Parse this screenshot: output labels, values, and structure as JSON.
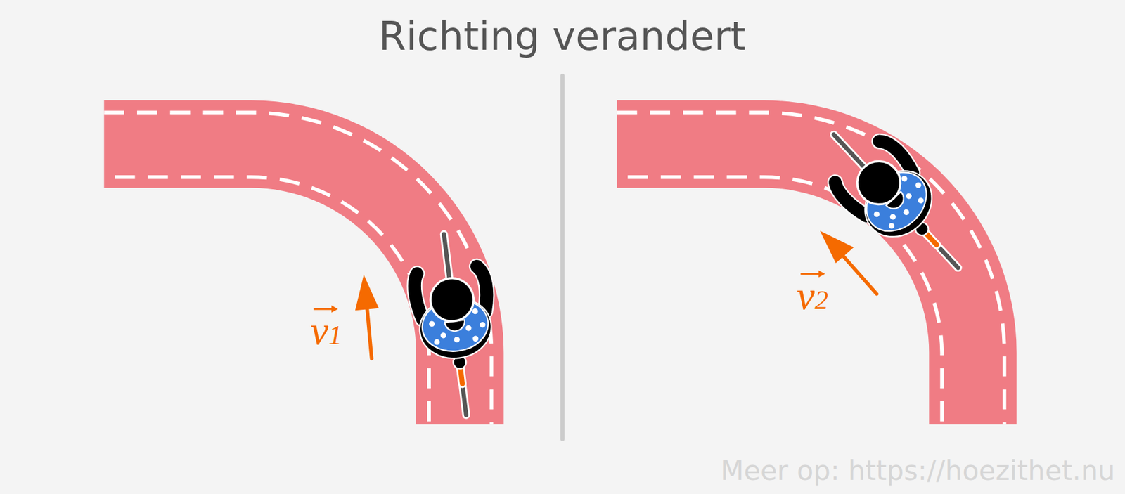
{
  "diagram": {
    "title": "Richting verandert",
    "labels": [
      "v1",
      "v2",
      "Meer op: https://hoezithet.nu"
    ]
  }
}
